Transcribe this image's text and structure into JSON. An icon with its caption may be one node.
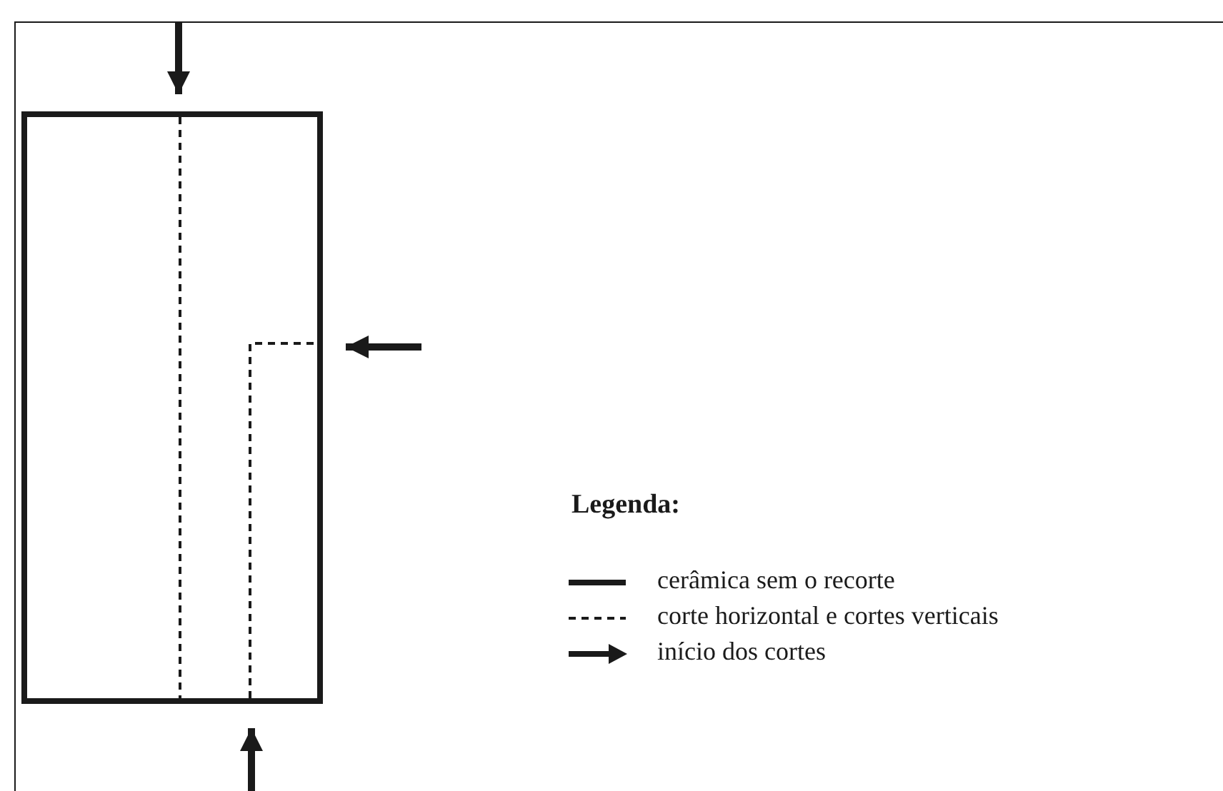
{
  "diagram": {
    "nodes": [
      {
        "text": [],
        "shape": "box"
      }
    ],
    "labels": [
      "Legenda:"
    ],
    "legend": [
      {
        "text": "cerâmica sem o recorte"
      },
      {
        "text": "corte horizontal e cortes verticais"
      },
      {
        "text": "início dos cortes"
      }
    ]
  }
}
